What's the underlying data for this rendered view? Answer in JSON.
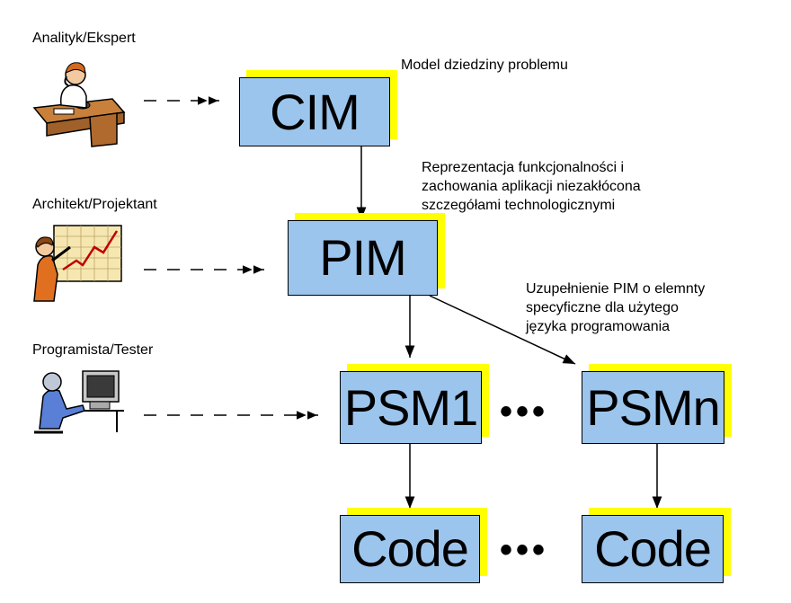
{
  "roles": {
    "analyst": "Analityk/Ekspert",
    "architect": "Architekt/Projektant",
    "programmer": "Programista/Tester"
  },
  "notes": {
    "cim": "Model dziedziny problemu",
    "pim": "Reprezentacja funkcjonalności i\nzachowania aplikacji niezakłócona\nszczegółami technologicznymi",
    "psm": "Uzupełnienie PIM o elemnty\nspecyficzne dla użytego\njęzyka programowania"
  },
  "boxes": {
    "cim": "CIM",
    "pim": "PIM",
    "psm1": "PSM1",
    "psmn": "PSMn",
    "code1": "Code",
    "code2": "Code"
  },
  "ellipsis": {
    "psm": "•••",
    "code": "•••"
  },
  "colors": {
    "box_fill": "#9cc5ed",
    "box_shadow": "#ffff00",
    "line": "#000000"
  }
}
